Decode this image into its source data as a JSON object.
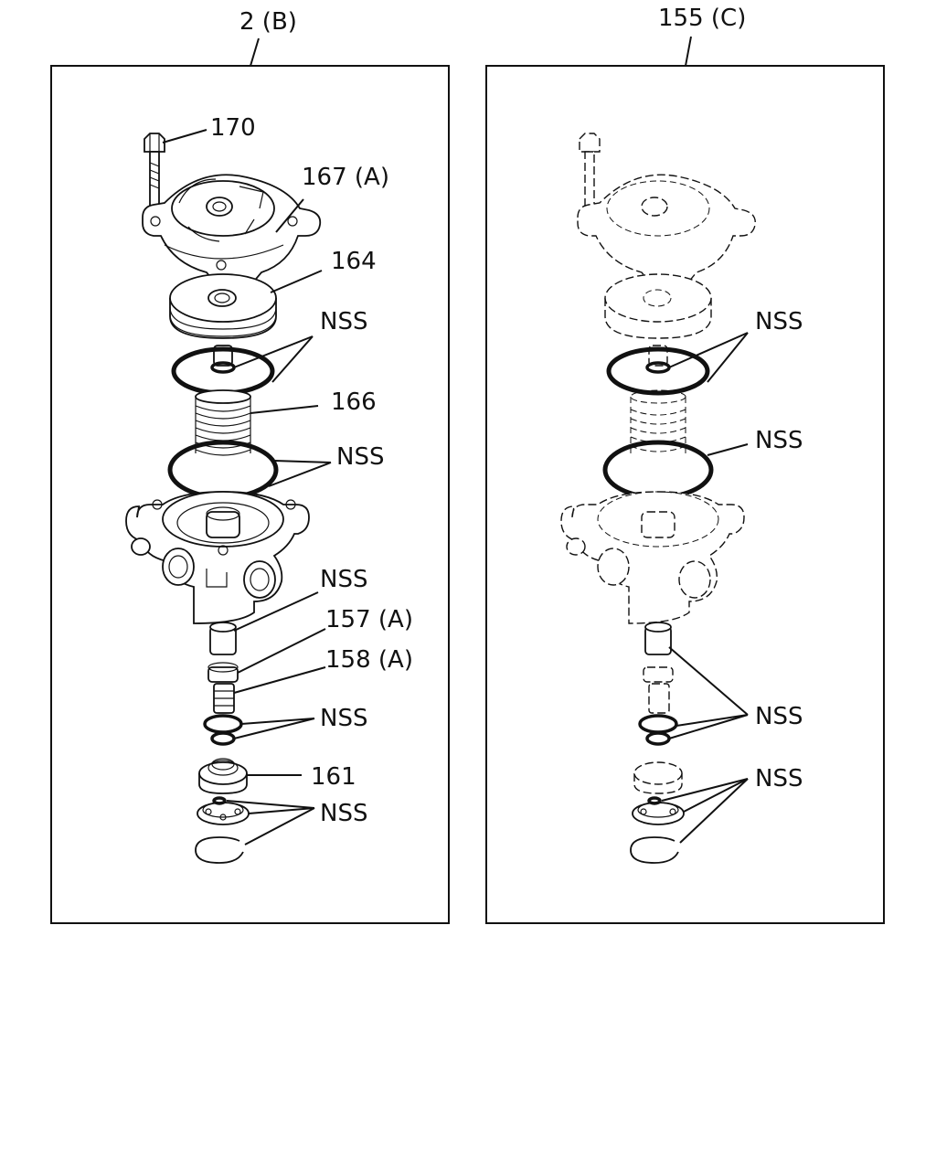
{
  "panels": [
    {
      "heading": "2 (B)",
      "labels": {
        "p170": "170",
        "p167": "167 (A)",
        "p164": "164",
        "nss1": "NSS",
        "p166": "166",
        "nss2": "NSS",
        "nss3": "NSS",
        "p157": "157 (A)",
        "p158": "158 (A)",
        "nss4": "NSS",
        "p161": "161",
        "nss5": "NSS"
      }
    },
    {
      "heading": "155 (C)",
      "labels": {
        "nss1": "NSS",
        "nss2": "NSS",
        "nss3": "NSS",
        "nss4": "NSS"
      }
    }
  ]
}
